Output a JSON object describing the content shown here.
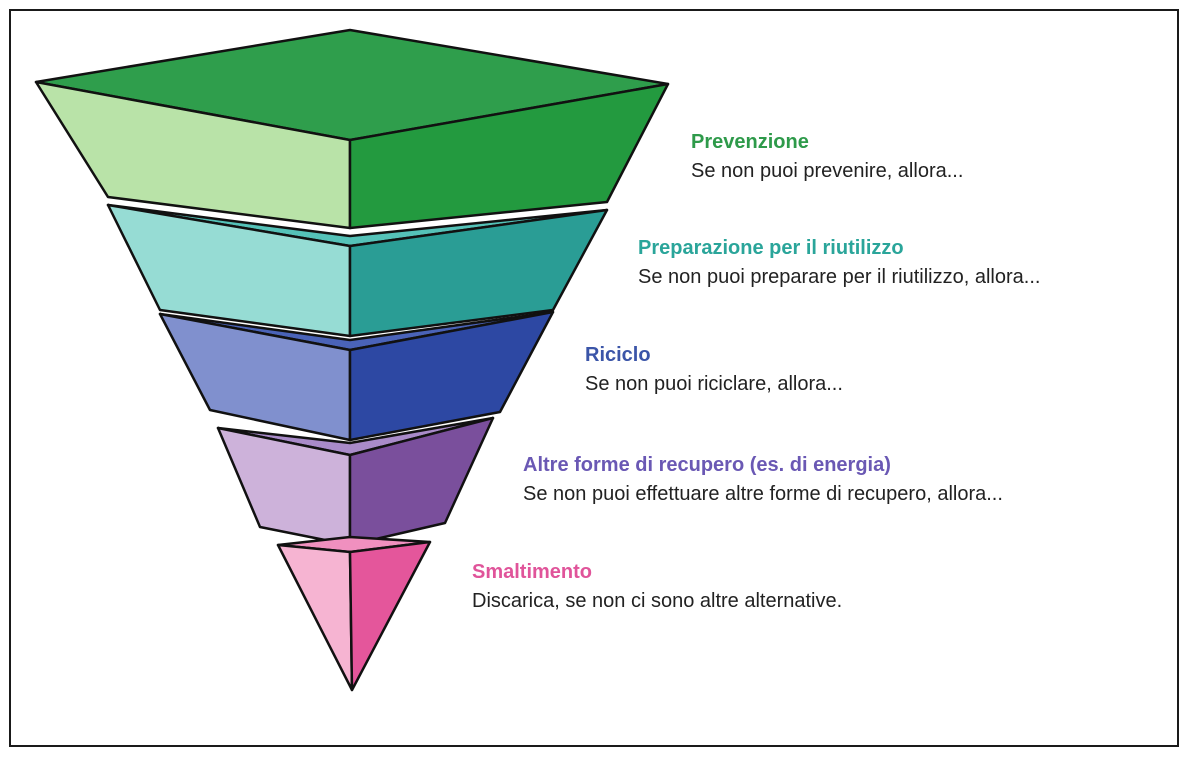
{
  "levels": [
    {
      "title": "Prevenzione",
      "description": "Se non puoi prevenire, allora...",
      "title_color": "#2e9a4a",
      "front_color": "#b9e3a8",
      "side_color": "#239a3f",
      "top_color": "#2f9e4c"
    },
    {
      "title": "Preparazione per il riutilizzo",
      "description": "Se non puoi preparare per il riutilizzo, allora...",
      "title_color": "#2aa59a",
      "front_color": "#96dcd4",
      "side_color": "#2a9d95",
      "top_color": "#55c2b8"
    },
    {
      "title": "Riciclo",
      "description": "Se non puoi riciclare, allora...",
      "title_color": "#3b55a8",
      "front_color": "#8090ce",
      "side_color": "#2d48a3",
      "top_color": "#4a63b8"
    },
    {
      "title": "Altre forme di recupero (es. di energia)",
      "description": "Se non puoi effettuare altre forme di recupero, allora...",
      "title_color": "#6a58b4",
      "front_color": "#cdb2da",
      "side_color": "#7a4f9c",
      "top_color": "#a98bc9"
    },
    {
      "title": "Smaltimento",
      "description": "Discarica, se non ci sono altre alternative.",
      "title_color": "#e0549a",
      "front_color": "#f6b4d2",
      "side_color": "#e4569b",
      "top_color": "#f090bf"
    }
  ]
}
